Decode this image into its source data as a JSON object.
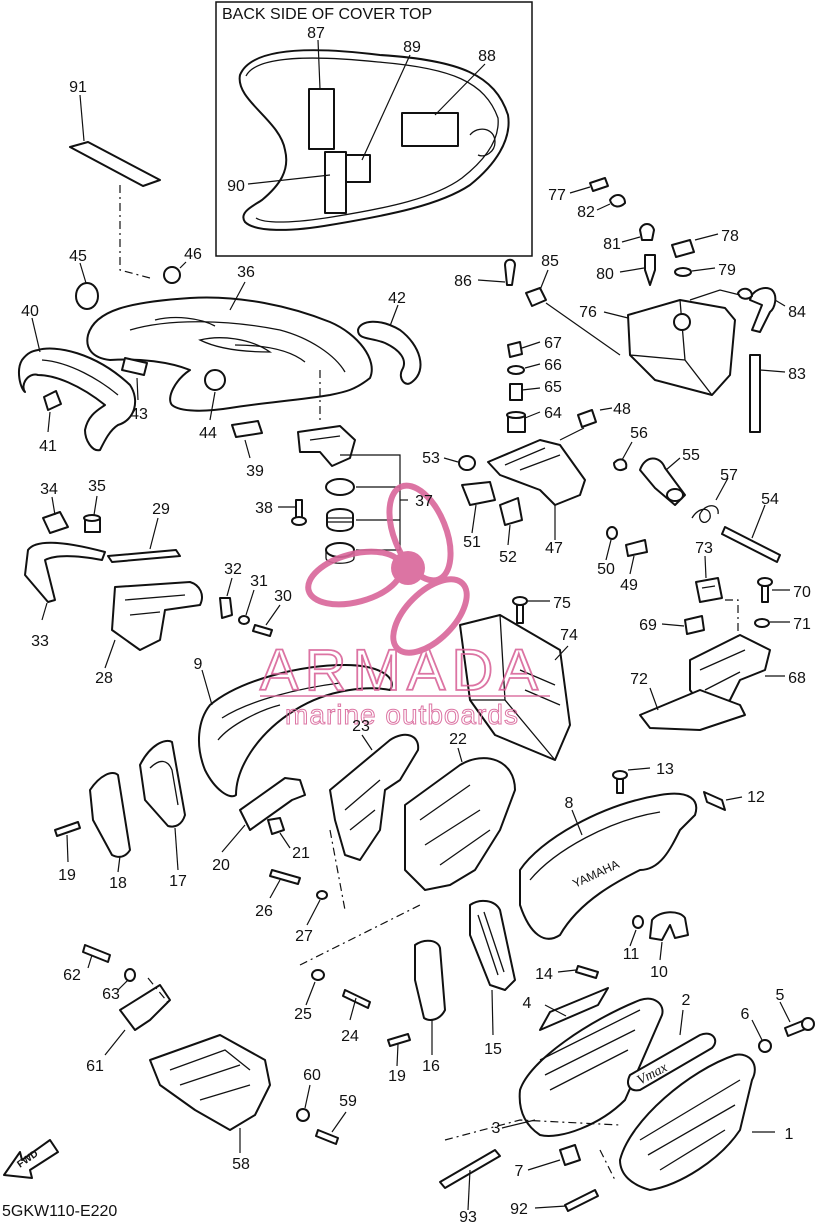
{
  "inset": {
    "title": "BACK SIDE OF COVER TOP"
  },
  "diagram_code": "5GKW110-E220",
  "fwd_label": "FWD",
  "watermark": {
    "brand": "ARMADA",
    "tagline": "marine outboards",
    "color": "#d9669a"
  },
  "tank_cover_text": "YAMAHA",
  "side_cover_text": "Vmax",
  "callouts": [
    "1",
    "2",
    "3",
    "4",
    "5",
    "6",
    "7",
    "8",
    "9",
    "10",
    "11",
    "12",
    "13",
    "14",
    "15",
    "16",
    "17",
    "18",
    "19",
    "19",
    "20",
    "21",
    "22",
    "23",
    "24",
    "25",
    "26",
    "27",
    "28",
    "29",
    "30",
    "31",
    "32",
    "33",
    "34",
    "35",
    "36",
    "37",
    "38",
    "39",
    "40",
    "41",
    "42",
    "43",
    "44",
    "45",
    "46",
    "47",
    "48",
    "49",
    "50",
    "51",
    "52",
    "53",
    "54",
    "55",
    "56",
    "57",
    "58",
    "59",
    "60",
    "61",
    "62",
    "63",
    "64",
    "65",
    "66",
    "67",
    "68",
    "69",
    "70",
    "71",
    "72",
    "73",
    "74",
    "75",
    "76",
    "77",
    "78",
    "79",
    "80",
    "81",
    "82",
    "83",
    "84",
    "85",
    "86",
    "87",
    "88",
    "89",
    "90",
    "91",
    "92",
    "93"
  ]
}
